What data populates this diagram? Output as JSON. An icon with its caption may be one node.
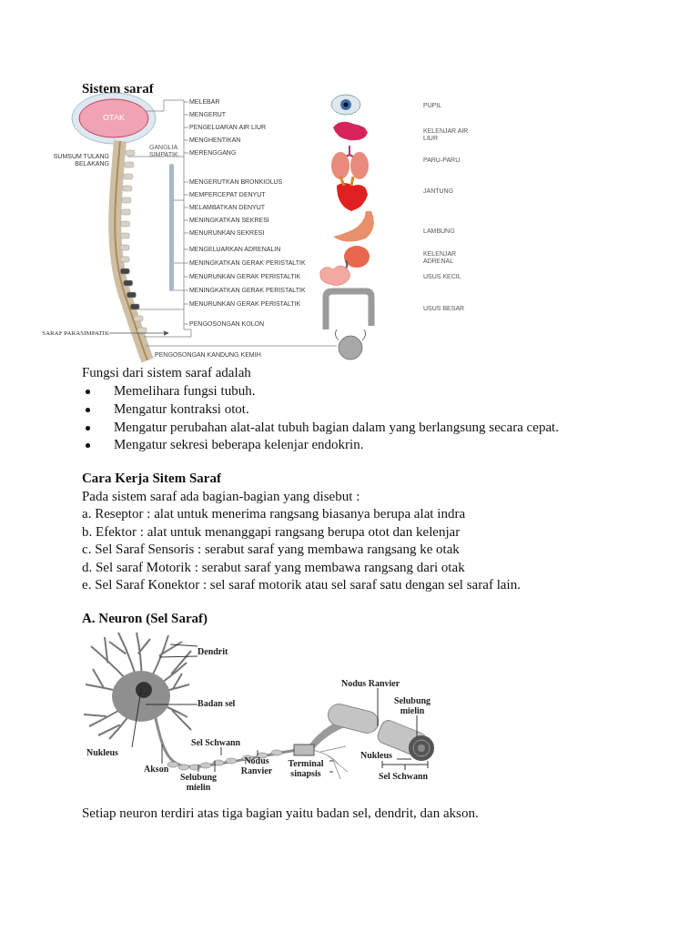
{
  "diagram": {
    "title": "Sistem saraf",
    "nodes": [
      {
        "text": [
          "SARAF PARASIMPATIK"
        ]
      },
      {
        "text": [
          "Dendrit"
        ]
      },
      {
        "text": [
          "Badan sel"
        ]
      },
      {
        "text": [
          "Nukleus"
        ]
      },
      {
        "text": [
          "Akson"
        ]
      },
      {
        "text": [
          "Sel Schwann"
        ]
      },
      {
        "text": [
          "Selubung mielin"
        ]
      },
      {
        "text": [
          "Nodus Ranvier"
        ]
      },
      {
        "text": [
          "Terminal sinapsis"
        ]
      },
      {
        "text": [
          "Nodus Ranvier"
        ]
      },
      {
        "text": [
          "Selubung mielin"
        ]
      },
      {
        "text": [
          "Nukleus"
        ]
      }
    ],
    "edges": [
      {
        "from": 0,
        "to": null,
        "arrow": "to"
      },
      {
        "from": 1,
        "to": null,
        "arrow": "none"
      },
      {
        "from": 1,
        "to": null,
        "arrow": "none"
      },
      {
        "from": 2,
        "to": null,
        "arrow": "none"
      },
      {
        "from": 3,
        "to": null,
        "arrow": "none"
      },
      {
        "from": 4,
        "to": null,
        "arrow": "none"
      },
      {
        "from": 5,
        "to": null,
        "arrow": "none"
      },
      {
        "from": 6,
        "to": null,
        "arrow": "none"
      },
      {
        "from": 6,
        "to": null,
        "arrow": "none"
      },
      {
        "from": 7,
        "to": null,
        "arrow": "none"
      },
      {
        "from": 8,
        "to": null,
        "arrow": "none"
      },
      {
        "from": 8,
        "to": null,
        "arrow": "none"
      },
      {
        "from": 9,
        "to": null,
        "arrow": "none"
      },
      {
        "from": 10,
        "to": null,
        "arrow": "none"
      },
      {
        "from": 11,
        "to": null,
        "arrow": "none"
      }
    ],
    "labels": [
      "MELEBAR",
      "MENGERUT",
      "PUPIL",
      "PENGELUARAN AIR LIUR",
      "OTAK",
      "MENGHENTIKAN",
      "KELENJAR AIR LIUR",
      "MERENGGANG",
      "SUMSUM TULANG BELAKANG",
      "GANGLIA SIMPATIK",
      "PARU-PARU",
      "MENGERUTKAN BRONKIOLUS",
      "JANTUNG",
      "MEMPERCEPAT DENYUT",
      "MELAMBATKAN DENYUT",
      "MENINGKATKAN SEKRESI",
      "MENURUNKAN SEKRESI",
      "LAMBUNG",
      "MENGELUARKAN ADRENALIN",
      "MENINGKATKAN GERAK PERISTALTIK",
      "KELENJAR ADRENAL",
      "MENURUNKAN GERAK PERISTALTIK",
      "USUS KECIL",
      "MENINGKATKAN GERAK PERISTALTIK",
      "MENURUNKAN GERAK PERISTALTIK",
      "USUS BESAR",
      "PENGOSONGAN KOLON",
      "PENGOSONGAN KANDUNG KEMIH",
      "Fungsi dari sistem saraf adalah",
      "Memelihara fungsi tubuh.",
      "Mengatur kontraksi otot.",
      "Mengatur perubahan alat-alat tubuh bagian dalam yang berlangsung secara cepat.",
      "Mengatur sekresi beberapa kelenjar endokrin.",
      "Cara Kerja Sitem Saraf",
      "Pada sistem saraf ada bagian-bagian yang disebut :",
      "a. Reseptor : alat untuk menerima rangsang biasanya berupa alat indra",
      "b. Efektor : alat untuk menanggapi rangsang berupa otot dan kelenjar",
      "c. Sel Saraf Sensoris : serabut saraf yang membawa rangsang ke otak",
      "d. Sel saraf Motorik : serabut saraf yang membawa rangsang dari otak",
      "e. Sel Saraf Konektor : sel saraf motorik atau sel saraf satu dengan sel saraf lain.",
      "A. Neuron (Sel Saraf)",
      "Sel Schwann",
      "Setiap neuron terdiri atas tiga bagian yaitu badan sel, dendrit, dan akson."
    ]
  }
}
